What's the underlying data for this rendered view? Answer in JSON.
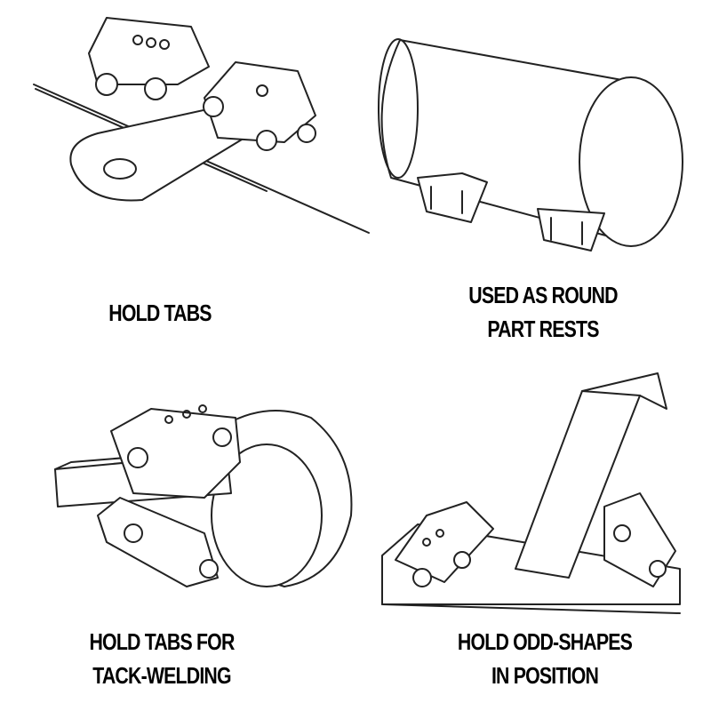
{
  "panels": [
    {
      "id": "top-left",
      "caption_lines": [
        "HOLD TABS"
      ],
      "illustration": "magnetic-clamps-holding-tab-on-plate"
    },
    {
      "id": "top-right",
      "caption_lines": [
        "USED AS ROUND",
        "PART RESTS"
      ],
      "illustration": "pipe-resting-on-two-clamps"
    },
    {
      "id": "bottom-left",
      "caption_lines": [
        "HOLD TABS FOR",
        "TACK-WELDING"
      ],
      "illustration": "clamp-holding-bar-against-pipe"
    },
    {
      "id": "bottom-right",
      "caption_lines": [
        "HOLD ODD-SHAPES",
        "IN POSITION"
      ],
      "illustration": "clamps-holding-angled-beam"
    }
  ],
  "colors": {
    "background": "#ffffff",
    "line": "#222222",
    "text": "#000000"
  }
}
